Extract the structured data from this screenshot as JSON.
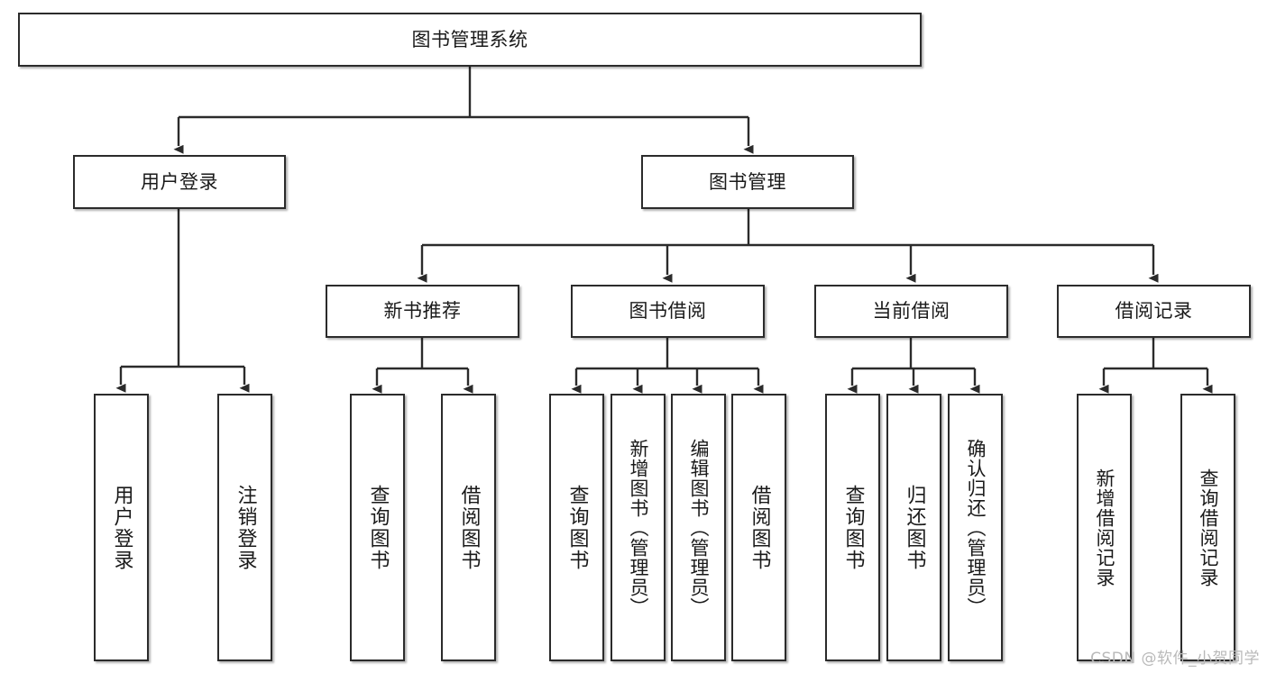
{
  "diagram": {
    "type": "tree-hierarchy",
    "title": "图书管理系统",
    "orientation": "top-down",
    "watermark": "CSDN @软件_小贺同学",
    "colors": {
      "box_border": "#2b2b2b",
      "box_fill": "#ffffff",
      "edge": "#2b2b2b",
      "text": "#1a1a1a",
      "watermark": "#b9b9b9",
      "background": "#ffffff"
    },
    "nodes": {
      "root": {
        "label": "图书管理系统",
        "level": 1
      },
      "l2": [
        {
          "id": "user-login",
          "label": "用户登录"
        },
        {
          "id": "book-manage",
          "label": "图书管理"
        }
      ],
      "l3": [
        {
          "id": "new-book-recommend",
          "label": "新书推荐"
        },
        {
          "id": "book-borrow",
          "label": "图书借阅"
        },
        {
          "id": "current-borrow",
          "label": "当前借阅"
        },
        {
          "id": "borrow-record",
          "label": "借阅记录"
        }
      ],
      "leaves": {
        "user-login": [
          {
            "id": "leaf-user-login",
            "label": "用户登录"
          },
          {
            "id": "leaf-logout-login",
            "label": "注销登录"
          }
        ],
        "new-book-recommend": [
          {
            "id": "leaf-query-book-1",
            "label": "查询图书"
          },
          {
            "id": "leaf-borrow-book-1",
            "label": "借阅图书"
          }
        ],
        "book-borrow": [
          {
            "id": "leaf-query-book-2",
            "label": "查询图书"
          },
          {
            "id": "leaf-add-book",
            "label": "新增图书（管理员）"
          },
          {
            "id": "leaf-edit-book",
            "label": "编辑图书（管理员）"
          },
          {
            "id": "leaf-borrow-book-2",
            "label": "借阅图书"
          }
        ],
        "current-borrow": [
          {
            "id": "leaf-query-book-3",
            "label": "查询图书"
          },
          {
            "id": "leaf-return-book",
            "label": "归还图书"
          },
          {
            "id": "leaf-confirm-return",
            "label": "确认归还（管理员）"
          }
        ],
        "borrow-record": [
          {
            "id": "leaf-add-record",
            "label": "新增借阅记录"
          },
          {
            "id": "leaf-query-record",
            "label": "查询借阅记录"
          }
        ]
      }
    }
  }
}
